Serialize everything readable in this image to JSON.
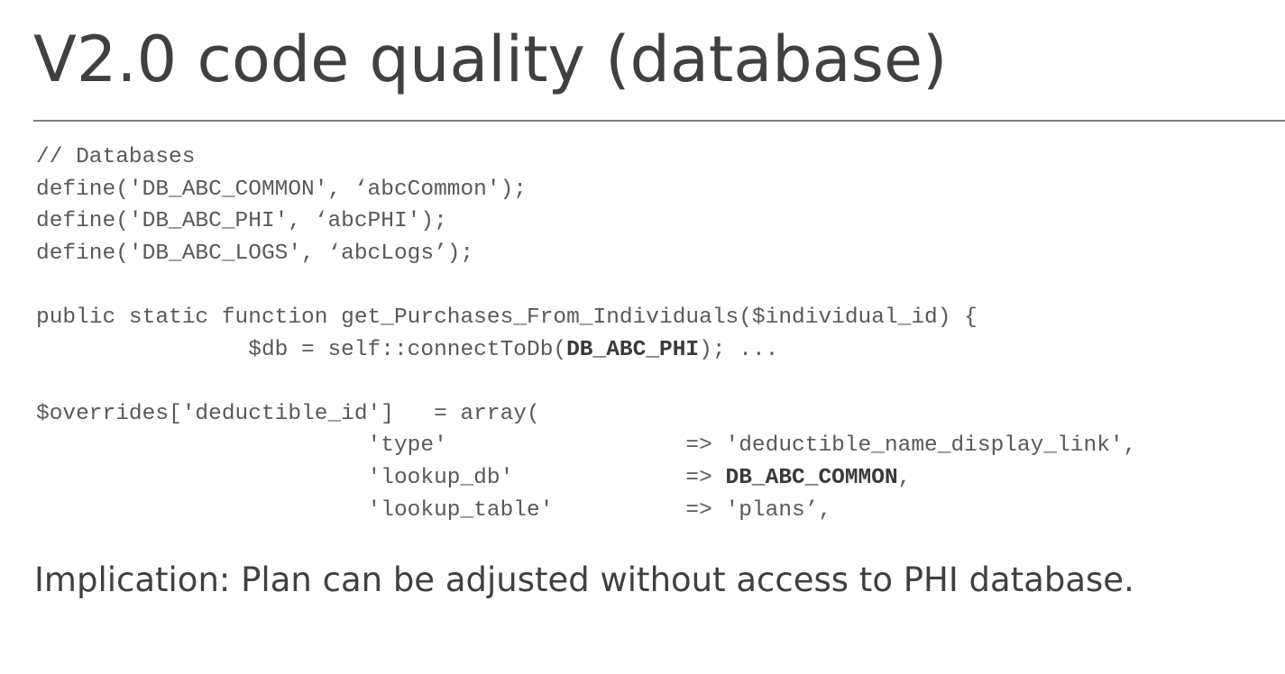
{
  "slide": {
    "title": "V2.0 code quality (database)",
    "implication": "Implication: Plan can be adjusted without access to PHI database."
  },
  "code": {
    "lines": [
      {
        "pre": "// Databases",
        "bold": "",
        "post": ""
      },
      {
        "pre": "define('DB_ABC_COMMON', ‘abcCommon');",
        "bold": "",
        "post": ""
      },
      {
        "pre": "define('DB_ABC_PHI', ‘abcPHI');",
        "bold": "",
        "post": ""
      },
      {
        "pre": "define('DB_ABC_LOGS', ‘abcLogs’);",
        "bold": "",
        "post": ""
      },
      {
        "pre": "",
        "bold": "",
        "post": ""
      },
      {
        "pre": "public static function get_Purchases_From_Individuals($individual_id) {",
        "bold": "",
        "post": ""
      },
      {
        "pre": "                $db = self::connectToDb(",
        "bold": "DB_ABC_PHI",
        "post": "); ..."
      },
      {
        "pre": "",
        "bold": "",
        "post": ""
      },
      {
        "pre": "$overrides['deductible_id']   = array(",
        "bold": "",
        "post": ""
      },
      {
        "pre": "                         'type'                  => 'deductible_name_display_link',",
        "bold": "",
        "post": ""
      },
      {
        "pre": "                         'lookup_db'             => ",
        "bold": "DB_ABC_COMMON",
        "post": ","
      },
      {
        "pre": "                         'lookup_table'          => 'plans’,",
        "bold": "",
        "post": ""
      }
    ]
  }
}
